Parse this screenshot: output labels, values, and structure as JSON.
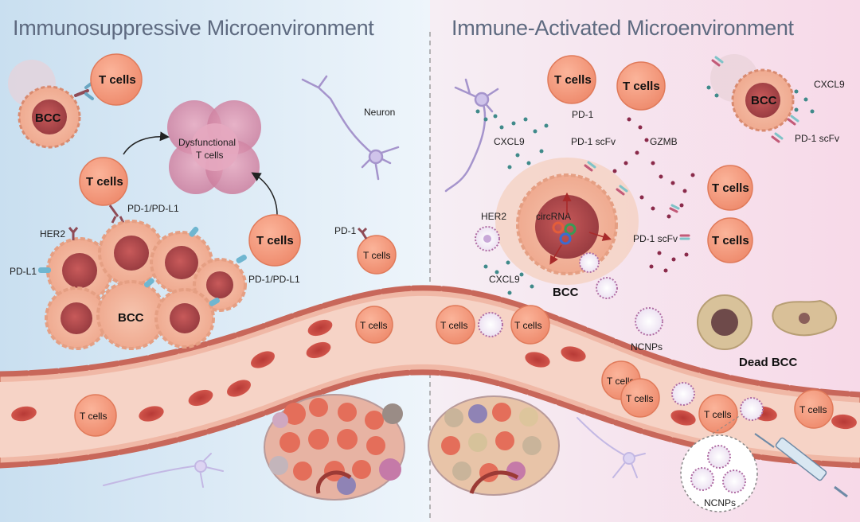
{
  "panels": {
    "left": {
      "title": "Immunosuppressive Microenvironment",
      "labels": {
        "bcc_top": "BCC",
        "tcells_1": "T cells",
        "dysfunctional_line1": "Dysfunctional",
        "dysfunctional_line2": "T cells",
        "tcells_2": "T cells",
        "pd1_pdl1_top": "PD-1/PD-L1",
        "tcells_3": "T cells",
        "pd1_pdl1_bottom": "PD-1/PD-L1",
        "her2": "HER2",
        "pdl1": "PD-L1",
        "bcc_mass": "BCC",
        "pd1": "PD-1",
        "tcells_pd1": "T cells",
        "neuron": "Neuron",
        "tcells_vessel1": "T cells",
        "tcells_vessel2": "T cells"
      }
    },
    "right": {
      "title": "Immune-Activated Microenvironment",
      "labels": {
        "tcells_1": "T cells",
        "tcells_2": "T cells",
        "pd1": "PD-1",
        "pd1_scfv_top": "PD-1 scFv",
        "gzmb": "GZMB",
        "cxcl9_left": "CXCL9",
        "bcc_top": "BCC",
        "cxcl9_top": "CXCL9",
        "pd1_scfv_tr": "PD-1 scFv",
        "circrna": "circRNA",
        "bcc_center": "BCC",
        "her2": "HER2",
        "cxcl9_bottom": "CXCL9",
        "pd1_scfv_mid": "PD-1 scFv",
        "tcells_3": "T cells",
        "tcells_4": "T cells",
        "tcells_vessel1": "T cells",
        "tcells_vessel2": "T cells",
        "ncnps_top": "NCNPs",
        "tcells_vessel3": "T cells",
        "tcells_vessel4": "T cells",
        "tcells_vessel5": "T cells",
        "tcells_vessel6": "T cells",
        "dead_bcc": "Dead BCC",
        "ncnps_inset": "NCNPs"
      }
    }
  },
  "colors": {
    "left_background": "#c9dff0",
    "right_background": "#f7d9e8",
    "t_cell": "#ee8a6c",
    "bcc_nucleus": "#963a3f",
    "title_text": "#5e6a80",
    "cxcl9_dot": "#3f8a8a",
    "gzmb_dot": "#8a2a4a"
  }
}
